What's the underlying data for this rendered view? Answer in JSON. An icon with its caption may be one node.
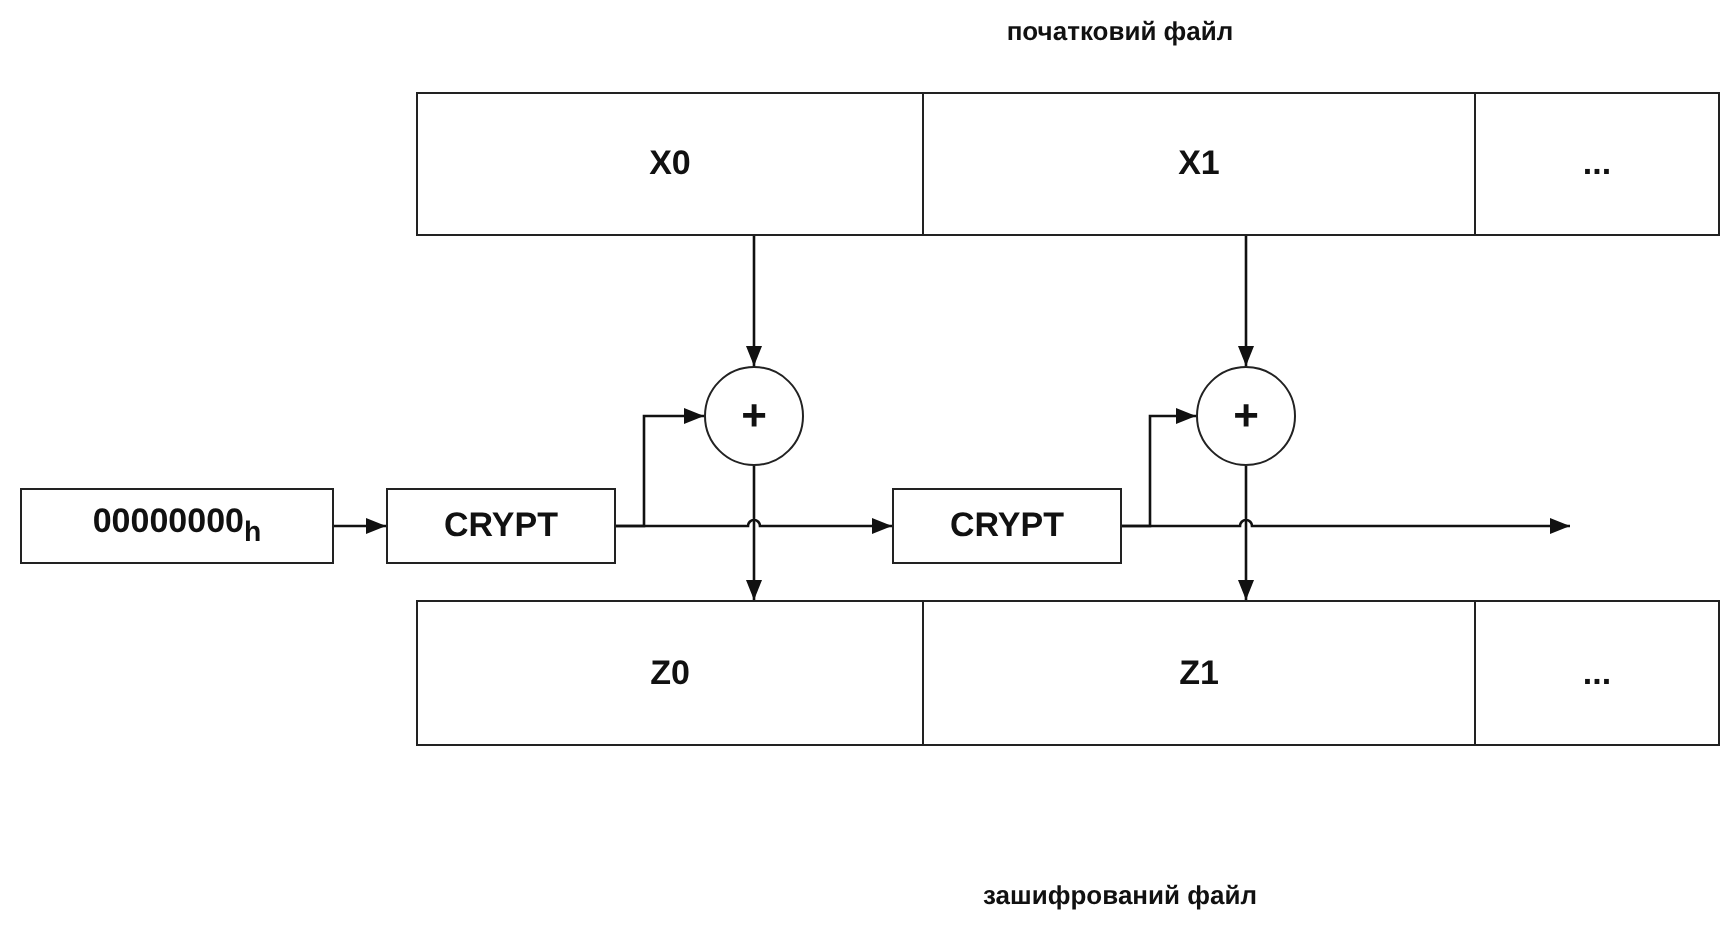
{
  "diagram": {
    "nodes": [
      {
        "text": [
          "X0"
        ]
      },
      {
        "text": [
          "X1"
        ]
      },
      {
        "text": [
          "..."
        ]
      },
      {
        "text": [
          "+"
        ]
      },
      {
        "text": [
          "+"
        ]
      },
      {
        "text": [
          "00000000$_{h}$"
        ]
      },
      {
        "text": [
          "CRYPT"
        ]
      },
      {
        "text": [
          "CRYPT"
        ]
      },
      {
        "text": [
          "Z0"
        ]
      },
      {
        "text": [
          "Z1"
        ]
      },
      {
        "text": [
          "..."
        ]
      }
    ],
    "edges": [
      {
        "from": 5,
        "to": 6,
        "arrow": "to"
      },
      {
        "from": 6,
        "to": 3,
        "arrow": "to"
      },
      {
        "from": 6,
        "to": 7,
        "arrow": "to"
      },
      {
        "from": 0,
        "to": 3,
        "arrow": "to"
      },
      {
        "from": 3,
        "to": 8,
        "arrow": "to"
      },
      {
        "from": 7,
        "to": 4,
        "arrow": "to"
      },
      {
        "from": 7,
        "to": null,
        "arrow": "to"
      },
      {
        "from": 1,
        "to": 4,
        "arrow": "to"
      },
      {
        "from": 4,
        "to": 9,
        "arrow": "to"
      }
    ],
    "labels": [
      "початковий файл",
      "зашифрований файл"
    ]
  }
}
